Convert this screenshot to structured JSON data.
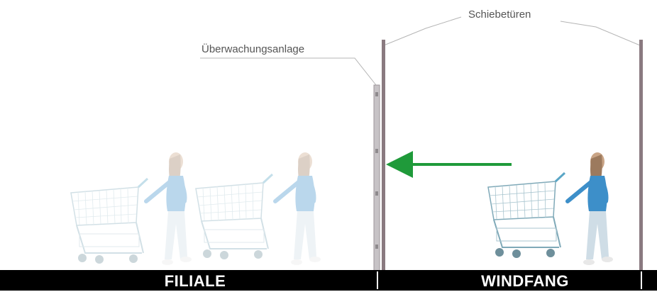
{
  "labels": {
    "sliding_doors": "Schiebetüren",
    "surveillance_system": "Überwachungsanlage"
  },
  "zones": {
    "left": "FILIALE",
    "right": "WINDFANG"
  },
  "colors": {
    "arrow": "#1f9a3a",
    "post": "#8a7a80",
    "shopper_shirt": "#3d8fc9",
    "bar": "#000000"
  },
  "icons": [
    "shopper-with-cart-icon",
    "left-arrow-icon"
  ]
}
